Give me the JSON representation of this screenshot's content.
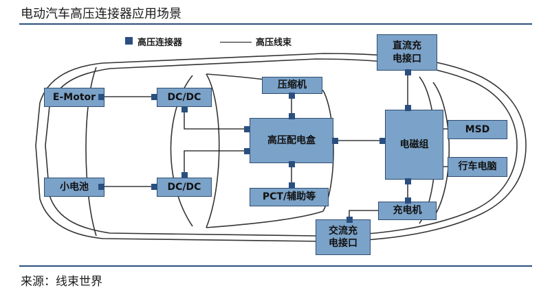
{
  "title": "电动汽车高压连接器应用场景",
  "source": "来源：线束世界",
  "legend": {
    "connector": "高压连接器",
    "harness": "高压线束"
  },
  "boxes": {
    "emotor": "E-Motor",
    "dcdc_top": "DC/DC",
    "dcdc_bottom": "DC/DC",
    "battery_small": "小电池",
    "compressor": "压缩机",
    "pdu": "高压配电盒",
    "pct": "PCT/辅助等",
    "dc_charge_port": "直流充\n电接口",
    "battery_pack": "电磁组",
    "msd": "MSD",
    "vcu": "行车电脑",
    "charger": "充电机",
    "ac_charge_port": "交流充\n电接口"
  },
  "colors": {
    "box_fill": "#7ba2c8",
    "connector": "#2a4f7f",
    "rule": "#2a4f7f",
    "car_outline": "#333333"
  }
}
